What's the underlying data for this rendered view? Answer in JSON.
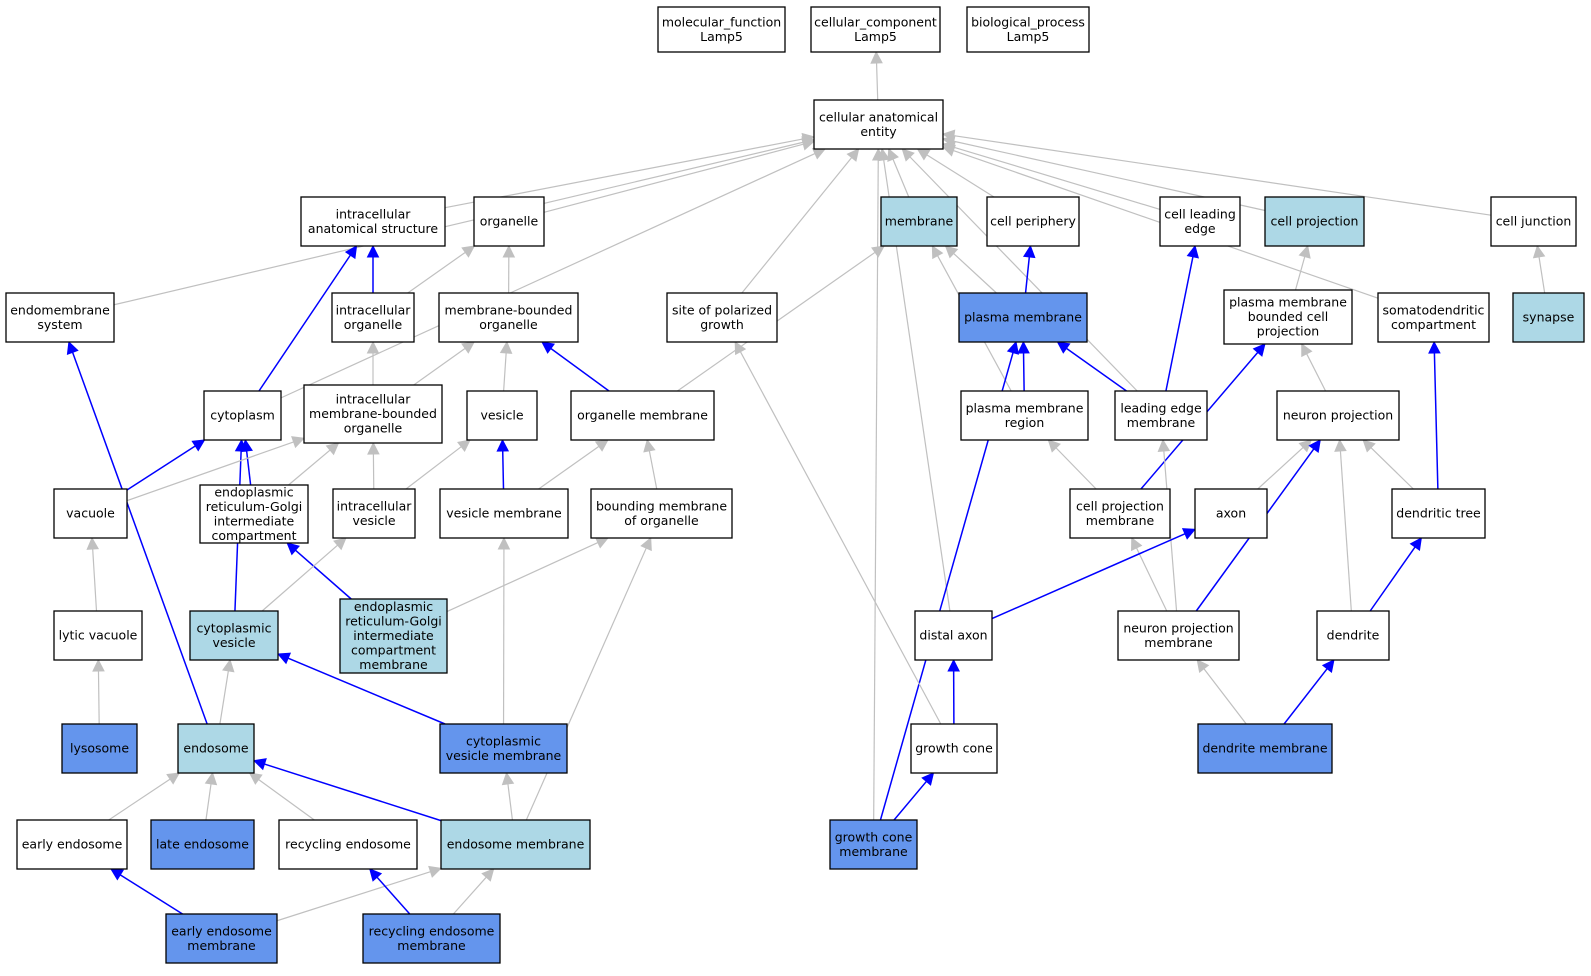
{
  "colors": {
    "white": "#ffffff",
    "light_blue": "#add8e6",
    "medium_blue": "#6495ed",
    "edge_gray": "#c0c0c0",
    "edge_blue": "#0000ff",
    "border": "#000000"
  },
  "nodes": [
    {
      "id": "molecular_function",
      "lines": [
        "molecular_function",
        "Lamp5"
      ],
      "fill": "white"
    },
    {
      "id": "cellular_component",
      "lines": [
        "cellular_component",
        "Lamp5"
      ],
      "fill": "white"
    },
    {
      "id": "biological_process",
      "lines": [
        "biological_process",
        "Lamp5"
      ],
      "fill": "white"
    },
    {
      "id": "cellular_anatomical_entity",
      "lines": [
        "cellular anatomical",
        "entity"
      ],
      "fill": "white"
    },
    {
      "id": "intracellular_anatomical_structure",
      "lines": [
        "intracellular",
        "anatomical structure"
      ],
      "fill": "white"
    },
    {
      "id": "organelle",
      "lines": [
        "organelle"
      ],
      "fill": "white"
    },
    {
      "id": "membrane",
      "lines": [
        "membrane"
      ],
      "fill": "light_blue"
    },
    {
      "id": "cell_periphery",
      "lines": [
        "cell periphery"
      ],
      "fill": "white"
    },
    {
      "id": "cell_leading_edge",
      "lines": [
        "cell leading",
        "edge"
      ],
      "fill": "white"
    },
    {
      "id": "cell_projection",
      "lines": [
        "cell projection"
      ],
      "fill": "light_blue"
    },
    {
      "id": "cell_junction",
      "lines": [
        "cell junction"
      ],
      "fill": "white"
    },
    {
      "id": "endomembrane_system",
      "lines": [
        "endomembrane",
        "system"
      ],
      "fill": "white"
    },
    {
      "id": "intracellular_organelle",
      "lines": [
        "intracellular",
        "organelle"
      ],
      "fill": "white"
    },
    {
      "id": "membrane_bounded_organelle",
      "lines": [
        "membrane-bounded",
        "organelle"
      ],
      "fill": "white"
    },
    {
      "id": "site_of_polarized_growth",
      "lines": [
        "site of polarized",
        "growth"
      ],
      "fill": "white"
    },
    {
      "id": "plasma_membrane",
      "lines": [
        "plasma membrane"
      ],
      "fill": "medium_blue"
    },
    {
      "id": "plasma_membrane_bounded_cell_projection",
      "lines": [
        "plasma membrane",
        "bounded cell",
        "projection"
      ],
      "fill": "white"
    },
    {
      "id": "somatodendritic_compartment",
      "lines": [
        "somatodendritic",
        "compartment"
      ],
      "fill": "white"
    },
    {
      "id": "synapse",
      "lines": [
        "synapse"
      ],
      "fill": "light_blue"
    },
    {
      "id": "cytoplasm",
      "lines": [
        "cytoplasm"
      ],
      "fill": "white"
    },
    {
      "id": "intracellular_membrane_bounded_organelle",
      "lines": [
        "intracellular",
        "membrane-bounded",
        "organelle"
      ],
      "fill": "white"
    },
    {
      "id": "vesicle",
      "lines": [
        "vesicle"
      ],
      "fill": "white"
    },
    {
      "id": "organelle_membrane",
      "lines": [
        "organelle membrane"
      ],
      "fill": "white"
    },
    {
      "id": "plasma_membrane_region",
      "lines": [
        "plasma membrane",
        "region"
      ],
      "fill": "white"
    },
    {
      "id": "leading_edge_membrane",
      "lines": [
        "leading edge",
        "membrane"
      ],
      "fill": "white"
    },
    {
      "id": "neuron_projection",
      "lines": [
        "neuron projection"
      ],
      "fill": "white"
    },
    {
      "id": "vacuole",
      "lines": [
        "vacuole"
      ],
      "fill": "white"
    },
    {
      "id": "er_golgi_intermediate_compartment",
      "lines": [
        "endoplasmic",
        "reticulum-Golgi",
        "intermediate",
        "compartment"
      ],
      "fill": "white"
    },
    {
      "id": "intracellular_vesicle",
      "lines": [
        "intracellular",
        "vesicle"
      ],
      "fill": "white"
    },
    {
      "id": "vesicle_membrane",
      "lines": [
        "vesicle membrane"
      ],
      "fill": "white"
    },
    {
      "id": "bounding_membrane_of_organelle",
      "lines": [
        "bounding membrane",
        "of organelle"
      ],
      "fill": "white"
    },
    {
      "id": "cell_projection_membrane",
      "lines": [
        "cell projection",
        "membrane"
      ],
      "fill": "white"
    },
    {
      "id": "axon",
      "lines": [
        "axon"
      ],
      "fill": "white"
    },
    {
      "id": "dendritic_tree",
      "lines": [
        "dendritic tree"
      ],
      "fill": "white"
    },
    {
      "id": "lytic_vacuole",
      "lines": [
        "lytic vacuole"
      ],
      "fill": "white"
    },
    {
      "id": "cytoplasmic_vesicle",
      "lines": [
        "cytoplasmic",
        "vesicle"
      ],
      "fill": "light_blue"
    },
    {
      "id": "er_golgi_intermediate_compartment_membrane",
      "lines": [
        "endoplasmic",
        "reticulum-Golgi",
        "intermediate",
        "compartment",
        "membrane"
      ],
      "fill": "light_blue"
    },
    {
      "id": "distal_axon",
      "lines": [
        "distal axon"
      ],
      "fill": "white"
    },
    {
      "id": "neuron_projection_membrane",
      "lines": [
        "neuron projection",
        "membrane"
      ],
      "fill": "white"
    },
    {
      "id": "dendrite",
      "lines": [
        "dendrite"
      ],
      "fill": "white"
    },
    {
      "id": "lysosome",
      "lines": [
        "lysosome"
      ],
      "fill": "medium_blue"
    },
    {
      "id": "endosome",
      "lines": [
        "endosome"
      ],
      "fill": "light_blue"
    },
    {
      "id": "cytoplasmic_vesicle_membrane",
      "lines": [
        "cytoplasmic",
        "vesicle membrane"
      ],
      "fill": "medium_blue"
    },
    {
      "id": "growth_cone",
      "lines": [
        "growth cone"
      ],
      "fill": "white"
    },
    {
      "id": "dendrite_membrane",
      "lines": [
        "dendrite membrane"
      ],
      "fill": "medium_blue"
    },
    {
      "id": "early_endosome",
      "lines": [
        "early endosome"
      ],
      "fill": "white"
    },
    {
      "id": "late_endosome",
      "lines": [
        "late endosome"
      ],
      "fill": "medium_blue"
    },
    {
      "id": "recycling_endosome",
      "lines": [
        "recycling endosome"
      ],
      "fill": "white"
    },
    {
      "id": "endosome_membrane",
      "lines": [
        "endosome membrane"
      ],
      "fill": "light_blue"
    },
    {
      "id": "growth_cone_membrane",
      "lines": [
        "growth cone",
        "membrane"
      ],
      "fill": "medium_blue"
    },
    {
      "id": "early_endosome_membrane",
      "lines": [
        "early endosome",
        "membrane"
      ],
      "fill": "medium_blue"
    },
    {
      "id": "recycling_endosome_membrane",
      "lines": [
        "recycling endosome",
        "membrane"
      ],
      "fill": "medium_blue"
    }
  ],
  "edges": [
    {
      "from": "cellular_anatomical_entity",
      "to": "cellular_component",
      "type": "gray"
    },
    {
      "from": "endomembrane_system",
      "to": "cellular_anatomical_entity",
      "type": "gray"
    },
    {
      "from": "cytoplasm",
      "to": "cellular_anatomical_entity",
      "type": "gray"
    },
    {
      "from": "intracellular_anatomical_structure",
      "to": "cellular_anatomical_entity",
      "type": "gray"
    },
    {
      "from": "organelle",
      "to": "cellular_anatomical_entity",
      "type": "gray"
    },
    {
      "from": "growth_cone_membrane",
      "to": "cellular_anatomical_entity",
      "type": "gray"
    },
    {
      "from": "site_of_polarized_growth",
      "to": "cellular_anatomical_entity",
      "type": "gray"
    },
    {
      "from": "distal_axon",
      "to": "cellular_anatomical_entity",
      "type": "gray"
    },
    {
      "from": "membrane",
      "to": "cellular_anatomical_entity",
      "type": "gray"
    },
    {
      "from": "cell_periphery",
      "to": "cellular_anatomical_entity",
      "type": "gray"
    },
    {
      "from": "leading_edge_membrane",
      "to": "cellular_anatomical_entity",
      "type": "gray"
    },
    {
      "from": "cell_leading_edge",
      "to": "cellular_anatomical_entity",
      "type": "gray"
    },
    {
      "from": "cell_projection",
      "to": "cellular_anatomical_entity",
      "type": "gray"
    },
    {
      "from": "somatodendritic_compartment",
      "to": "cellular_anatomical_entity",
      "type": "gray"
    },
    {
      "from": "cell_junction",
      "to": "cellular_anatomical_entity",
      "type": "gray"
    },
    {
      "from": "intracellular_organelle",
      "to": "intracellular_anatomical_structure",
      "type": "blue"
    },
    {
      "from": "cytoplasm",
      "to": "intracellular_anatomical_structure",
      "type": "blue"
    },
    {
      "from": "intracellular_organelle",
      "to": "organelle",
      "type": "gray"
    },
    {
      "from": "membrane_bounded_organelle",
      "to": "organelle",
      "type": "gray"
    },
    {
      "from": "intracellular_membrane_bounded_organelle",
      "to": "intracellular_organelle",
      "type": "gray"
    },
    {
      "from": "intracellular_membrane_bounded_organelle",
      "to": "membrane_bounded_organelle",
      "type": "gray"
    },
    {
      "from": "vesicle",
      "to": "membrane_bounded_organelle",
      "type": "gray"
    },
    {
      "from": "organelle_membrane",
      "to": "membrane_bounded_organelle",
      "type": "blue"
    },
    {
      "from": "organelle_membrane",
      "to": "membrane",
      "type": "gray"
    },
    {
      "from": "plasma_membrane",
      "to": "membrane",
      "type": "gray"
    },
    {
      "from": "plasma_membrane_region",
      "to": "membrane",
      "type": "gray"
    },
    {
      "from": "plasma_membrane",
      "to": "cell_periphery",
      "type": "blue"
    },
    {
      "from": "leading_edge_membrane",
      "to": "cell_leading_edge",
      "type": "blue"
    },
    {
      "from": "plasma_membrane_bounded_cell_projection",
      "to": "cell_projection",
      "type": "gray"
    },
    {
      "from": "synapse",
      "to": "cell_junction",
      "type": "gray"
    },
    {
      "from": "endosome",
      "to": "endomembrane_system",
      "type": "blue"
    },
    {
      "from": "plasma_membrane_region",
      "to": "plasma_membrane",
      "type": "blue"
    },
    {
      "from": "leading_edge_membrane",
      "to": "plasma_membrane",
      "type": "blue"
    },
    {
      "from": "growth_cone_membrane",
      "to": "plasma_membrane",
      "type": "blue"
    },
    {
      "from": "neuron_projection",
      "to": "plasma_membrane_bounded_cell_projection",
      "type": "gray"
    },
    {
      "from": "cell_projection_membrane",
      "to": "plasma_membrane_bounded_cell_projection",
      "type": "blue"
    },
    {
      "from": "dendritic_tree",
      "to": "somatodendritic_compartment",
      "type": "blue"
    },
    {
      "from": "vacuole",
      "to": "cytoplasm",
      "type": "blue"
    },
    {
      "from": "er_golgi_intermediate_compartment",
      "to": "cytoplasm",
      "type": "blue"
    },
    {
      "from": "cytoplasmic_vesicle",
      "to": "cytoplasm",
      "type": "blue"
    },
    {
      "from": "vacuole",
      "to": "intracellular_membrane_bounded_organelle",
      "type": "gray"
    },
    {
      "from": "er_golgi_intermediate_compartment",
      "to": "intracellular_membrane_bounded_organelle",
      "type": "gray"
    },
    {
      "from": "intracellular_vesicle",
      "to": "intracellular_membrane_bounded_organelle",
      "type": "gray"
    },
    {
      "from": "intracellular_vesicle",
      "to": "vesicle",
      "type": "gray"
    },
    {
      "from": "vesicle_membrane",
      "to": "vesicle",
      "type": "blue"
    },
    {
      "from": "vesicle_membrane",
      "to": "organelle_membrane",
      "type": "gray"
    },
    {
      "from": "bounding_membrane_of_organelle",
      "to": "organelle_membrane",
      "type": "gray"
    },
    {
      "from": "cell_projection_membrane",
      "to": "plasma_membrane_region",
      "type": "gray"
    },
    {
      "from": "neuron_projection_membrane",
      "to": "leading_edge_membrane",
      "type": "gray"
    },
    {
      "from": "axon",
      "to": "neuron_projection",
      "type": "gray"
    },
    {
      "from": "neuron_projection_membrane",
      "to": "neuron_projection",
      "type": "blue"
    },
    {
      "from": "dendrite",
      "to": "neuron_projection",
      "type": "gray"
    },
    {
      "from": "dendritic_tree",
      "to": "neuron_projection",
      "type": "gray"
    },
    {
      "from": "lytic_vacuole",
      "to": "vacuole",
      "type": "gray"
    },
    {
      "from": "er_golgi_intermediate_compartment_membrane",
      "to": "er_golgi_intermediate_compartment",
      "type": "blue"
    },
    {
      "from": "cytoplasmic_vesicle",
      "to": "intracellular_vesicle",
      "type": "gray"
    },
    {
      "from": "cytoplasmic_vesicle_membrane",
      "to": "vesicle_membrane",
      "type": "gray"
    },
    {
      "from": "er_golgi_intermediate_compartment_membrane",
      "to": "bounding_membrane_of_organelle",
      "type": "gray"
    },
    {
      "from": "endosome_membrane",
      "to": "bounding_membrane_of_organelle",
      "type": "gray"
    },
    {
      "from": "neuron_projection_membrane",
      "to": "cell_projection_membrane",
      "type": "gray"
    },
    {
      "from": "distal_axon",
      "to": "axon",
      "type": "blue"
    },
    {
      "from": "dendrite",
      "to": "dendritic_tree",
      "type": "blue"
    },
    {
      "from": "lysosome",
      "to": "lytic_vacuole",
      "type": "gray"
    },
    {
      "from": "endosome",
      "to": "cytoplasmic_vesicle",
      "type": "gray"
    },
    {
      "from": "cytoplasmic_vesicle_membrane",
      "to": "cytoplasmic_vesicle",
      "type": "blue"
    },
    {
      "from": "growth_cone",
      "to": "distal_axon",
      "type": "blue"
    },
    {
      "from": "growth_cone",
      "to": "site_of_polarized_growth",
      "type": "gray"
    },
    {
      "from": "dendrite_membrane",
      "to": "neuron_projection_membrane",
      "type": "gray"
    },
    {
      "from": "dendrite_membrane",
      "to": "dendrite",
      "type": "blue"
    },
    {
      "from": "early_endosome",
      "to": "endosome",
      "type": "gray"
    },
    {
      "from": "late_endosome",
      "to": "endosome",
      "type": "gray"
    },
    {
      "from": "recycling_endosome",
      "to": "endosome",
      "type": "gray"
    },
    {
      "from": "endosome_membrane",
      "to": "endosome",
      "type": "blue"
    },
    {
      "from": "endosome_membrane",
      "to": "cytoplasmic_vesicle_membrane",
      "type": "gray"
    },
    {
      "from": "growth_cone_membrane",
      "to": "growth_cone",
      "type": "blue"
    },
    {
      "from": "early_endosome_membrane",
      "to": "early_endosome",
      "type": "blue"
    },
    {
      "from": "early_endosome_membrane",
      "to": "endosome_membrane",
      "type": "gray"
    },
    {
      "from": "recycling_endosome_membrane",
      "to": "recycling_endosome",
      "type": "blue"
    },
    {
      "from": "recycling_endosome_membrane",
      "to": "endosome_membrane",
      "type": "gray"
    }
  ]
}
